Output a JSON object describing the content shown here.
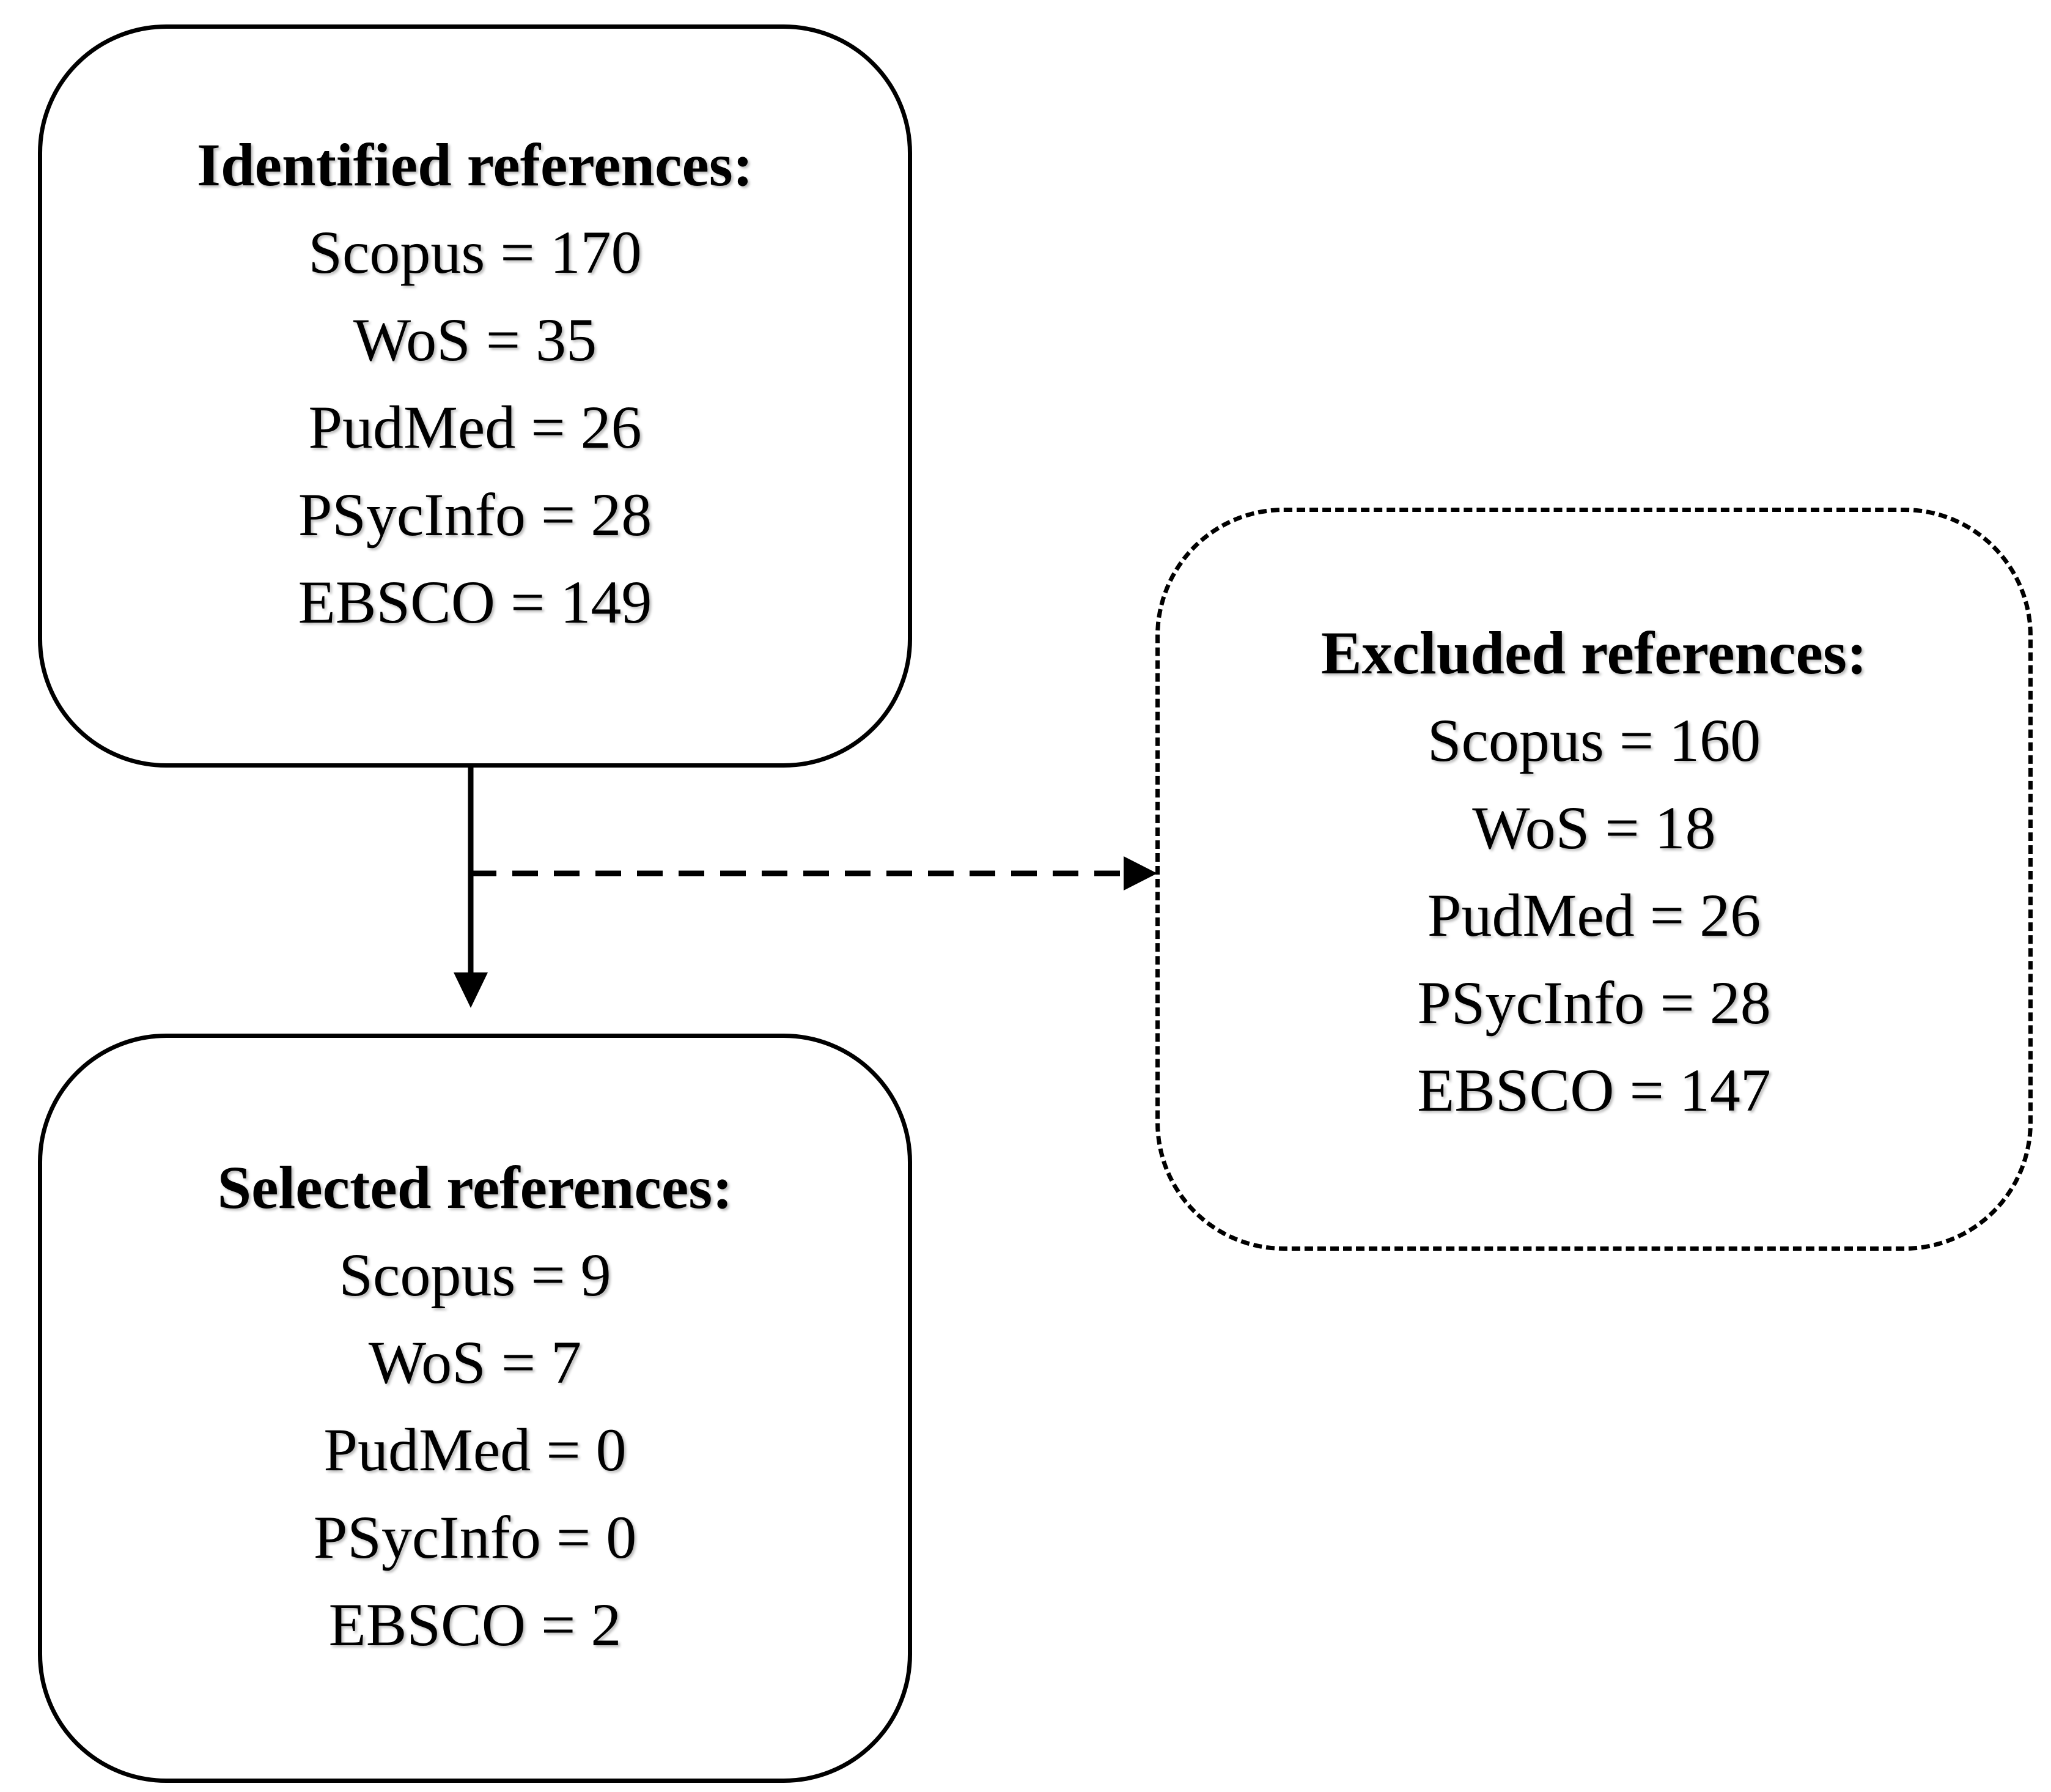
{
  "identified": {
    "title": "Identified references:",
    "lines": [
      "Scopus = 170",
      "WoS = 35",
      "PudMed = 26",
      "PSycInfo = 28",
      "EBSCO = 149"
    ]
  },
  "excluded": {
    "title": "Excluded references:",
    "lines": [
      "Scopus = 160",
      "WoS = 18",
      "PudMed = 26",
      "PSycInfo = 28",
      "EBSCO = 147"
    ]
  },
  "selected": {
    "title": "Selected references:",
    "lines": [
      "Scopus = 9",
      "WoS = 7",
      "PudMed = 0",
      "PSycInfo = 0",
      "EBSCO = 2"
    ]
  }
}
